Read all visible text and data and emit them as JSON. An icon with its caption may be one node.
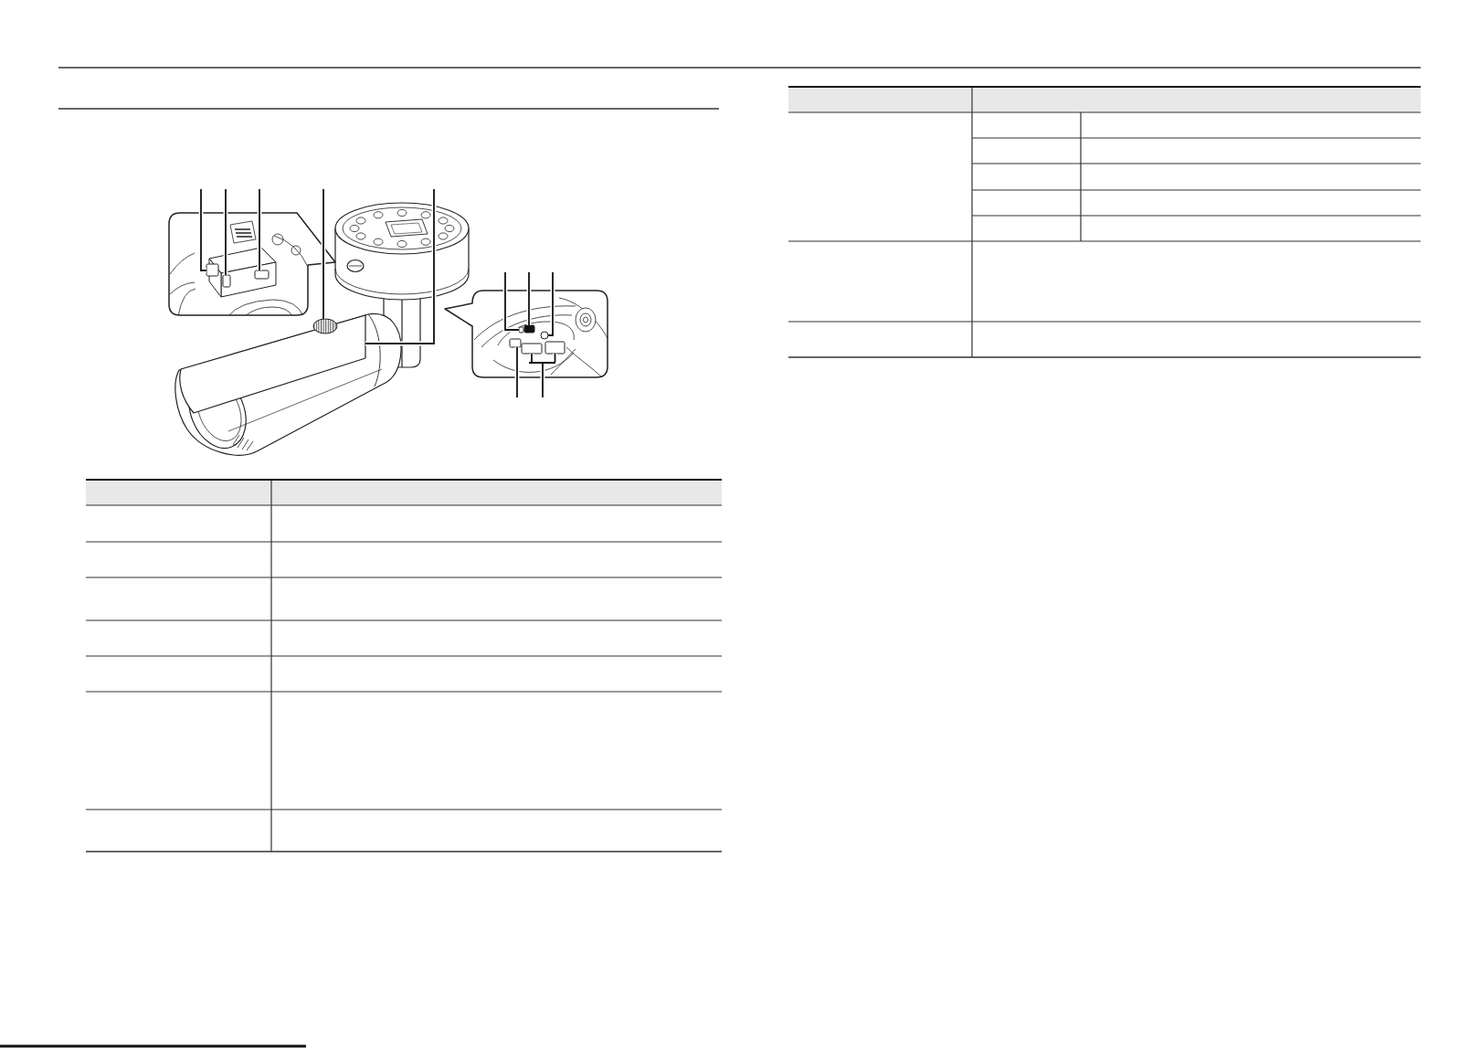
{
  "diagram": {
    "nodes": [
      {
        "text": [],
        "shape": "picture"
      },
      {
        "text": [],
        "shape": "box",
        "in": 0
      },
      {
        "text": [],
        "shape": "box",
        "in": 0
      },
      {
        "text": [],
        "shape": "box",
        "in": 0
      },
      {
        "text": [],
        "shape": "circle"
      },
      {
        "text": [],
        "shape": "picture"
      },
      {
        "text": [],
        "shape": "picture"
      },
      {
        "text": [],
        "shape": "box",
        "in": 6
      },
      {
        "text": [],
        "shape": "box",
        "in": 6
      },
      {
        "text": [],
        "shape": "circle",
        "in": 6
      },
      {
        "text": [],
        "shape": "box",
        "in": 6
      },
      {
        "text": [],
        "shape": "box",
        "in": 6
      },
      {
        "text": [],
        "shape": "box",
        "in": 6
      },
      {
        "text": [],
        "shape": "bar",
        "in": 6
      }
    ],
    "edges": [
      {
        "from": null,
        "to": 1,
        "arrow": "none"
      },
      {
        "from": null,
        "to": 2,
        "arrow": "none"
      },
      {
        "from": null,
        "to": 3,
        "arrow": "none"
      },
      {
        "from": null,
        "to": 4,
        "arrow": "none"
      },
      {
        "from": null,
        "to": 5,
        "arrow": "none"
      },
      {
        "from": null,
        "to": 7,
        "arrow": "none"
      },
      {
        "from": null,
        "to": 8,
        "arrow": "none"
      },
      {
        "from": null,
        "to": 9,
        "arrow": "none"
      },
      {
        "from": null,
        "to": 10,
        "arrow": "none"
      },
      {
        "from": null,
        "to": 13,
        "arrow": "none"
      },
      {
        "from": 13,
        "to": 11,
        "arrow": "none"
      },
      {
        "from": 13,
        "to": 12,
        "arrow": "none"
      }
    ]
  }
}
